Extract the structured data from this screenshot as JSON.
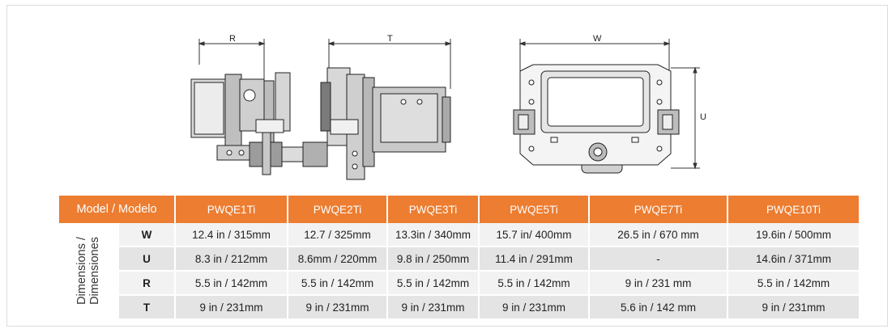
{
  "diagram_labels": {
    "r": "R",
    "t": "T",
    "w": "W",
    "u": "U"
  },
  "table": {
    "model_header": "Model /  Modelo",
    "group_label_line1": "Dimensions /",
    "group_label_line2": "Dimensiones",
    "models": [
      "PWQE1Ti",
      "PWQE2Ti",
      "PWQE3Ti",
      "PWQE5Ti",
      "PWQE7Ti",
      "PWQE10Ti"
    ],
    "rows": [
      {
        "code": "W",
        "values": [
          "12.4 in / 315mm",
          "12.7 / 325mm",
          "13.3in / 340mm",
          "15.7 in/ 400mm",
          "26.5 in / 670 mm",
          "19.6in / 500mm"
        ]
      },
      {
        "code": "U",
        "values": [
          "8.3 in / 212mm",
          "8.6mm / 220mm",
          "9.8 in / 250mm",
          "11.4 in / 291mm",
          "-",
          "14.6in / 371mm"
        ]
      },
      {
        "code": "R",
        "values": [
          "5.5 in / 142mm",
          "5.5 in / 142mm",
          "5.5 in / 142mm",
          "5.5 in / 142mm",
          "9 in / 231 mm",
          "5.5 in / 142mm"
        ]
      },
      {
        "code": "T",
        "values": [
          "9 in / 231mm",
          "9 in / 231mm",
          "9 in / 231mm",
          "9 in / 231mm",
          "5.6 in / 142 mm",
          "9 in / 231mm"
        ]
      }
    ]
  }
}
